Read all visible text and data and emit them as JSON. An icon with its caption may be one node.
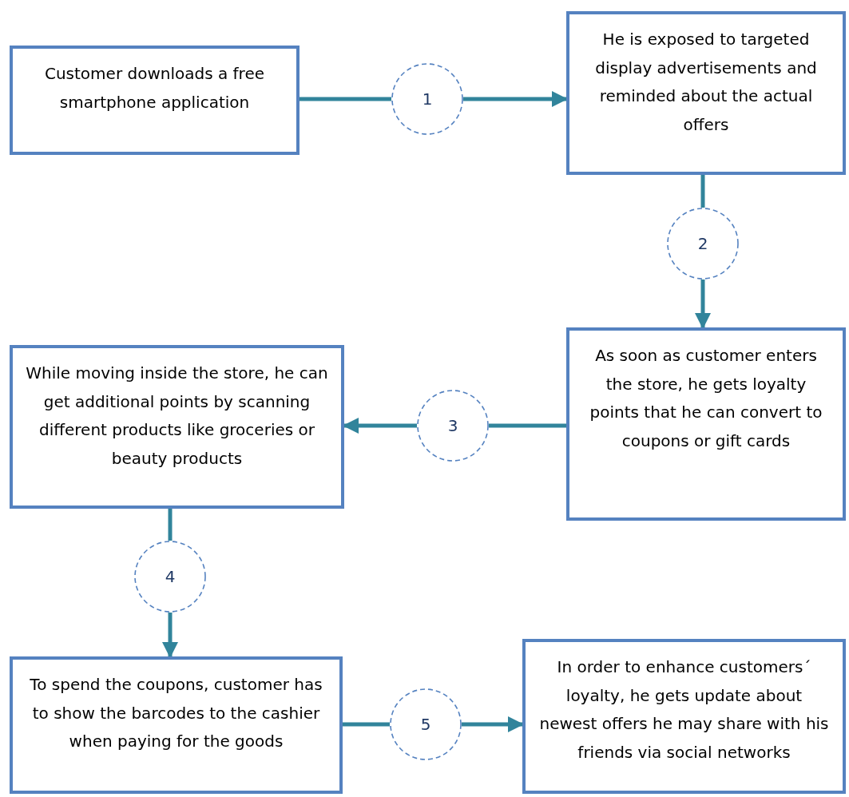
{
  "diagram": {
    "nodes": [
      {
        "text": [
          "Customer downloads a free smartphone application"
        ]
      },
      {
        "text": [
          "1"
        ]
      },
      {
        "text": [
          "He is exposed to targeted display advertisements and reminded about the actual offers"
        ]
      },
      {
        "text": [
          "2"
        ]
      },
      {
        "text": [
          "As soon as customer enters the store, he gets loyalty points that he can convert to coupons or gift cards"
        ]
      },
      {
        "text": [
          "3"
        ]
      },
      {
        "text": [
          "While moving inside the store, he can get additional points by scanning different products like groceries or beauty products"
        ]
      },
      {
        "text": [
          "4"
        ]
      },
      {
        "text": [
          "To spend the coupons, customer has to show the barcodes to the cashier when paying for the goods"
        ]
      },
      {
        "text": [
          "5"
        ]
      },
      {
        "text": [
          "In order to enhance customers´ loyalty, he gets update about newest offers he may share with his friends via social networks"
        ]
      }
    ],
    "edges": [
      {
        "from": 0,
        "to": 1,
        "arrow": "none"
      },
      {
        "from": 1,
        "to": 2,
        "arrow": "to"
      },
      {
        "from": 2,
        "to": 3,
        "arrow": "none"
      },
      {
        "from": 3,
        "to": 4,
        "arrow": "to"
      },
      {
        "from": 4,
        "to": 5,
        "arrow": "none"
      },
      {
        "from": 5,
        "to": 6,
        "arrow": "to"
      },
      {
        "from": 6,
        "to": 7,
        "arrow": "none"
      },
      {
        "from": 7,
        "to": 8,
        "arrow": "to"
      },
      {
        "from": 8,
        "to": 9,
        "arrow": "none"
      },
      {
        "from": 9,
        "to": 10,
        "arrow": "to"
      }
    ]
  }
}
